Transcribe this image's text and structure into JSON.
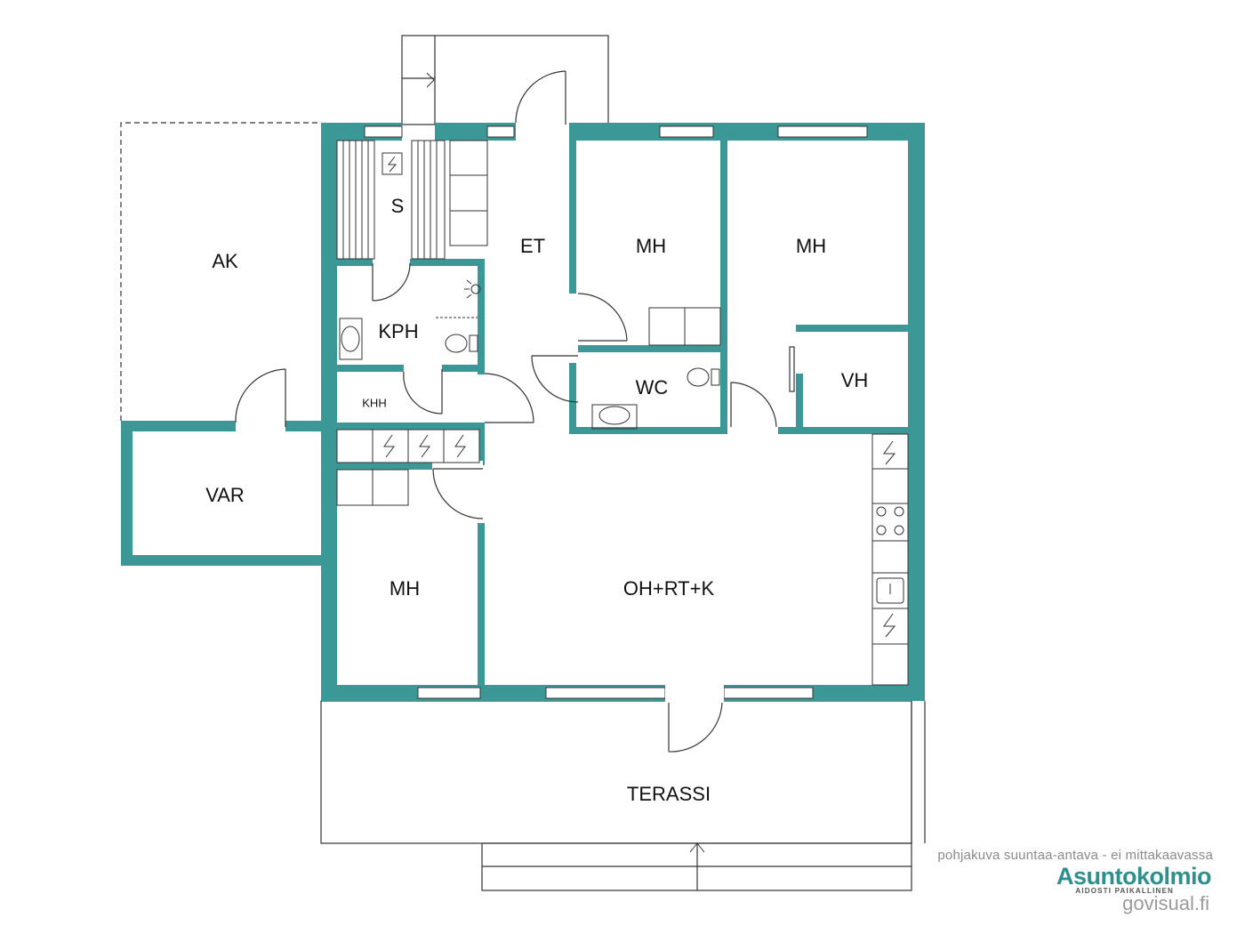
{
  "colors": {
    "wall": "#3c9896",
    "line": "#333333",
    "background": "#ffffff",
    "brand": "#2e8f8c"
  },
  "rooms": {
    "ak": "AK",
    "var": "VAR",
    "s": "S",
    "kph": "KPH",
    "khh": "KHH",
    "et": "ET",
    "mh_top_center": "MH",
    "mh_top_right": "MH",
    "wc": "WC",
    "vh": "VH",
    "mh_bottom_left": "MH",
    "oh_rt_k": "OH+RT+K",
    "terassi": "TERASSI"
  },
  "icons": [
    "electric-heater-icon",
    "shower-icon",
    "toilet-icon",
    "sink-icon",
    "stove-icon",
    "door-swing-icon",
    "entrance-arrow-icon"
  ],
  "footer": {
    "disclaimer": "pohjakuva suuntaa-antava - ei mittakaavassa",
    "brand": "Asuntokolmio",
    "tagline": "AIDOSTI PAIKALLINEN",
    "site": "govisual.fi"
  }
}
